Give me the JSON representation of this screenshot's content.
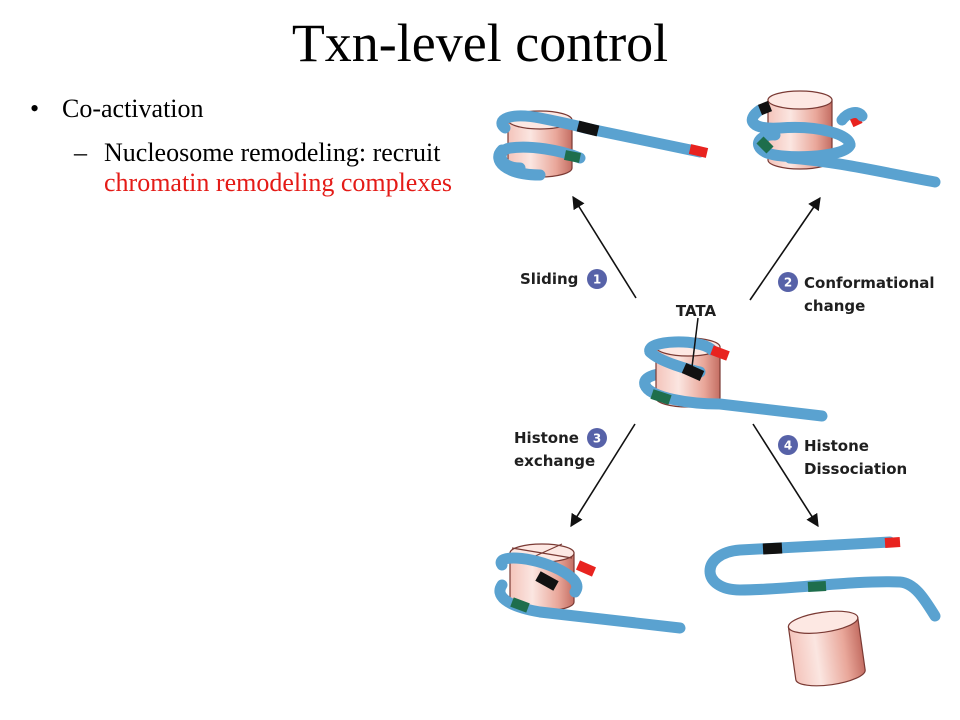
{
  "title": "Txn-level control",
  "bullets": {
    "level1": "Co-activation",
    "level2_dash": "–",
    "level2_text": "Nucleosome remodeling: recruit ",
    "level2_highlight": "chromatin remodeling complexes"
  },
  "diagram": {
    "tata_label": "TATA",
    "steps": [
      {
        "number": "1",
        "label_line1": "Sliding",
        "label_line2": ""
      },
      {
        "number": "2",
        "label_line1": "Conformational",
        "label_line2": "change"
      },
      {
        "number": "3",
        "label_line1": "Histone",
        "label_line2": "exchange"
      },
      {
        "number": "4",
        "label_line1": "Histone",
        "label_line2": "Dissociation"
      }
    ]
  },
  "colors": {
    "dna": "#5aa2d0",
    "marker_black": "#111111",
    "marker_red": "#e8231f",
    "marker_green": "#1e6e4c",
    "step_circle": "#5762a8",
    "highlight_text": "#e41b17"
  }
}
